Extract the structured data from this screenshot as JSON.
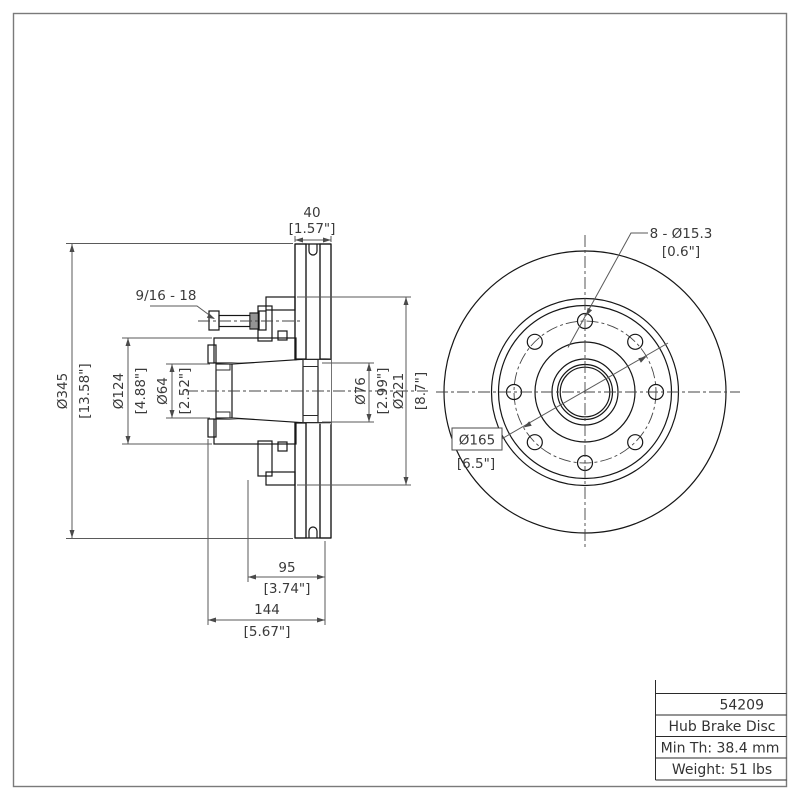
{
  "page": {
    "background": "#ffffff",
    "frame_color": "#7a7a7a",
    "line_color": "#161616",
    "dim_color": "#4a4a4a"
  },
  "drawing": {
    "kind": "brake rotor hub engineering drawing",
    "views": [
      "section side view",
      "front view"
    ]
  },
  "dimensions": {
    "disc_thickness": {
      "value": "40",
      "inches": "[1.57\"]"
    },
    "outer_diameter": {
      "value": "Ø345",
      "inches": "[13.58\"]"
    },
    "flange_diameter": {
      "value": "Ø124",
      "inches": "[4.88\"]"
    },
    "bore_inner": {
      "value": "Ø64",
      "inches": "[2.52\"]"
    },
    "bore_outer": {
      "value": "Ø76",
      "inches": "[2.99\"]"
    },
    "hat_diameter": {
      "value": "Ø221",
      "inches": "[8.7\"]"
    },
    "hat_depth": {
      "value": "95",
      "inches": "[3.74\"]"
    },
    "overall_height": {
      "value": "144",
      "inches": "[5.67\"]"
    },
    "stud_thread": {
      "value": "9/16 - 18"
    },
    "bolt_holes": {
      "value": "8 - Ø15.3",
      "inches": "[0.6\"]"
    },
    "bolt_circle": {
      "value": "Ø165",
      "inches": "[6.5\"]"
    }
  },
  "title_block": {
    "part_number": "54209",
    "part_name": "Hub Brake Disc",
    "min_thickness": "Min Th: 38.4 mm",
    "weight": "Weight: 51 lbs"
  }
}
